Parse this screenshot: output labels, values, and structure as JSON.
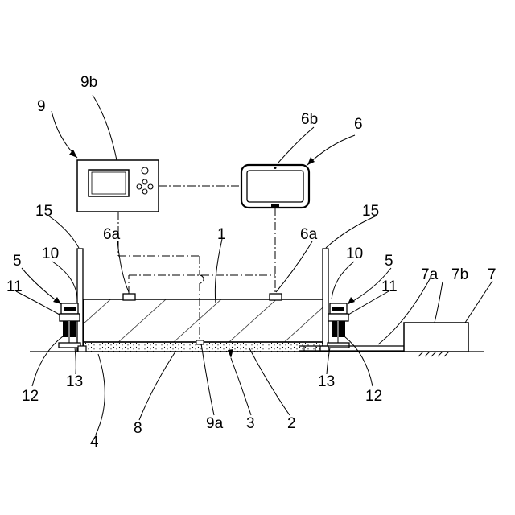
{
  "labels": {
    "l1": "1",
    "l2": "2",
    "l3": "3",
    "l4": "4",
    "l5L": "5",
    "l5R": "5",
    "l6": "6",
    "l6a_L": "6a",
    "l6a_R": "6a",
    "l6b": "6b",
    "l7": "7",
    "l7a": "7a",
    "l7b": "7b",
    "l8": "8",
    "l9": "9",
    "l9a": "9a",
    "l9b": "9b",
    "l10L": "10",
    "l10R": "10",
    "l11L": "11",
    "l11R": "11",
    "l12L": "12",
    "l12R": "12",
    "l13L": "13",
    "l13R": "13",
    "l15L": "15",
    "l15R": "15"
  }
}
